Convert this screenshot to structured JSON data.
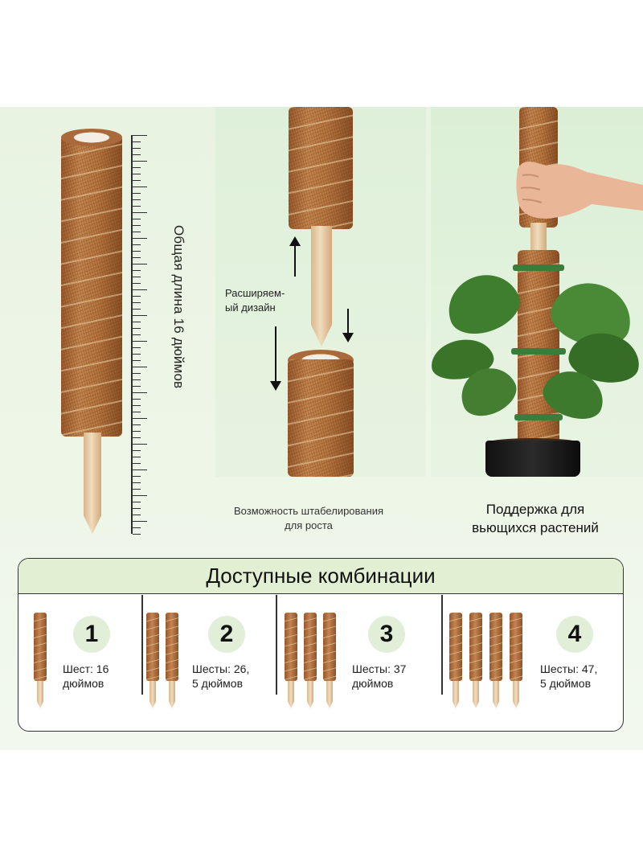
{
  "panels": {
    "left": {
      "length_label": "Общая длина 16 дюймов"
    },
    "middle": {
      "expand_label_line1": "Расширяем-",
      "expand_label_line2": "ый дизайн",
      "caption_line1": "Возможность штабелирования",
      "caption_line2": "для роста"
    },
    "right": {
      "caption_line1": "Поддержка для",
      "caption_line2": "вьющихся растений"
    }
  },
  "combinations": {
    "title": "Доступные комбинации",
    "items": [
      {
        "number": "1",
        "line1": "Шест: 16",
        "line2": "дюймов",
        "poles": 1
      },
      {
        "number": "2",
        "line1": "Шесты: 26,",
        "line2": "5 дюймов",
        "poles": 2
      },
      {
        "number": "3",
        "line1": "Шесты: 37",
        "line2": "дюймов",
        "poles": 3
      },
      {
        "number": "4",
        "line1": "Шесты: 47,",
        "line2": "5 дюймов",
        "poles": 4
      }
    ]
  },
  "colors": {
    "background_green": "#e9f3e2",
    "header_green": "#e3efd3",
    "badge_green": "#e1efd8",
    "coir_brown": "#b77640",
    "stake_wood": "#f1dcbd"
  }
}
